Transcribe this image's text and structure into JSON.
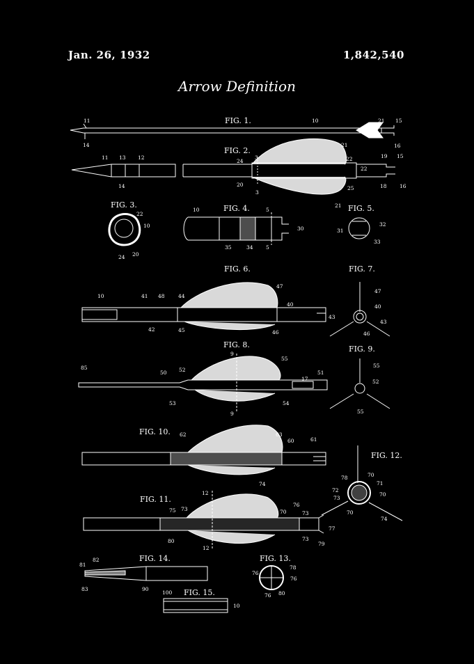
{
  "header": {
    "date": "Jan. 26, 1932",
    "patent_number": "1,842,540"
  },
  "title": "Arrow Definition",
  "figures": {
    "fig1": "FIG. 1.",
    "fig2": "FIG. 2.",
    "fig3": "FIG. 3.",
    "fig4": "FIG. 4.",
    "fig5": "FIG. 5.",
    "fig6": "FIG. 6.",
    "fig7": "FIG. 7.",
    "fig8": "FIG. 8.",
    "fig9": "FIG. 9.",
    "fig10": "FIG. 10.",
    "fig11": "FIG. 11.",
    "fig12": "FIG. 12.",
    "fig13": "FIG. 13.",
    "fig14": "FIG. 14.",
    "fig15": "FIG. 15."
  },
  "callouts": {
    "n3": "3",
    "n5": "5",
    "n9": "9",
    "n10": "10",
    "n11": "11",
    "n12": "12",
    "n13": "13",
    "n14": "14",
    "n15": "15",
    "n16": "16",
    "n17": "17",
    "n18": "18",
    "n19": "19",
    "n20": "20",
    "n21": "21",
    "n22": "22",
    "n24": "24",
    "n25": "25",
    "n30": "30",
    "n31": "31",
    "n32": "32",
    "n33": "33",
    "n34": "34",
    "n35": "35",
    "n40": "40",
    "n41": "41",
    "n42": "42",
    "n43": "43",
    "n44": "44",
    "n45": "45",
    "n46": "46",
    "n47": "47",
    "n48": "48",
    "n50": "50",
    "n51": "51",
    "n52": "52",
    "n53": "53",
    "n54": "54",
    "n55": "55",
    "n60": "60",
    "n61": "61",
    "n62": "62",
    "n63": "63",
    "n70": "70",
    "n71": "71",
    "n72": "72",
    "n73": "73",
    "n74": "74",
    "n75": "75",
    "n76": "76",
    "n77": "77",
    "n78": "78",
    "n79": "79",
    "n80": "80",
    "n81": "81",
    "n82": "82",
    "n83": "83",
    "n85": "85",
    "n90": "90",
    "n100": "100"
  }
}
